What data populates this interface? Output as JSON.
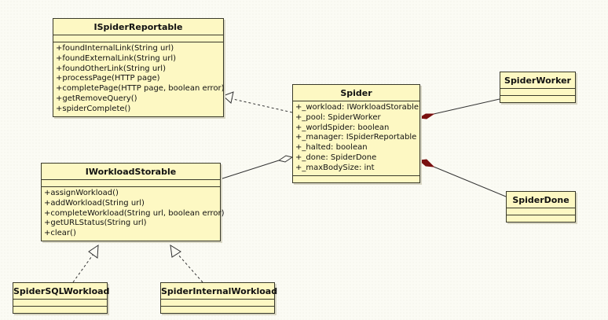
{
  "classes": {
    "ispider_reportable": {
      "name": "ISpiderReportable",
      "methods": [
        "+foundInternalLink(String url)",
        "+foundExternalLink(String url)",
        "+foundOtherLink(String url)",
        "+processPage(HTTP page)",
        "+completePage(HTTP page, boolean error)",
        "+getRemoveQuery()",
        "+spiderComplete()"
      ]
    },
    "spider": {
      "name": "Spider",
      "attributes": [
        "+_workload: IWorkloadStorable",
        "+_pool: SpiderWorker",
        "+_worldSpider: boolean",
        "+_manager: ISpiderReportable",
        "+_halted: boolean",
        "+_done: SpiderDone",
        "+_maxBodySize: int"
      ]
    },
    "spider_worker": {
      "name": "SpiderWorker"
    },
    "spider_done": {
      "name": "SpiderDone"
    },
    "iworkload_storable": {
      "name": "IWorkloadStorable",
      "methods": [
        "+assignWorkload()",
        "+addWorkload(String url)",
        "+completeWorkload(String url, boolean error)",
        "+getURLStatus(String url)",
        "+clear()"
      ]
    },
    "spider_sql_workload": {
      "name": "SpiderSQLWorkload"
    },
    "spider_internal_workload": {
      "name": "SpiderInternalWorkload"
    }
  },
  "colors": {
    "class_fill": "#fdf8c3",
    "composition": "#7a1010",
    "line": "#333333"
  }
}
